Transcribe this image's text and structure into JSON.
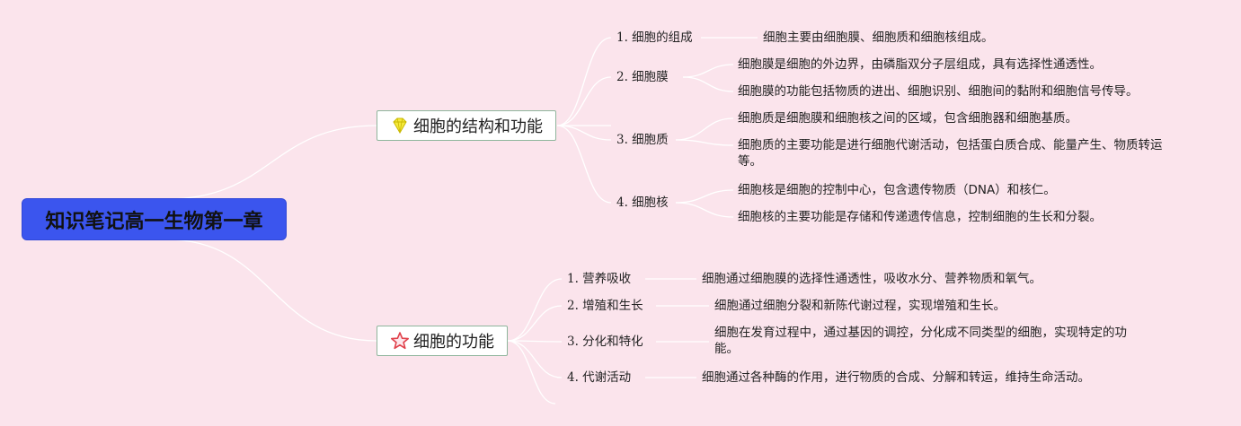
{
  "root": {
    "label": "知识笔记高一生物第一章"
  },
  "branches": [
    {
      "label": "细胞的结构和功能",
      "icon": "gem-icon",
      "children": [
        {
          "label": "1. 细胞的组成",
          "details": [
            "细胞主要由细胞膜、细胞质和细胞核组成。"
          ]
        },
        {
          "label": "2. 细胞膜",
          "details": [
            "细胞膜是细胞的外边界，由磷脂双分子层组成，具有选择性通透性。",
            "细胞膜的功能包括物质的进出、细胞识别、细胞间的黏附和细胞信号传导。"
          ]
        },
        {
          "label": "3. 细胞质",
          "details": [
            "细胞质是细胞膜和细胞核之间的区域，包含细胞器和细胞基质。",
            "细胞质的主要功能是进行细胞代谢活动，包括蛋白质合成、能量产生、物质转运等。"
          ]
        },
        {
          "label": "4. 细胞核",
          "details": [
            "细胞核是细胞的控制中心，包含遗传物质（DNA）和核仁。",
            "细胞核的主要功能是存储和传递遗传信息，控制细胞的生长和分裂。"
          ]
        }
      ]
    },
    {
      "label": "细胞的功能",
      "icon": "star-icon",
      "children": [
        {
          "label": "1. 营养吸收",
          "details": [
            "细胞通过细胞膜的选择性通透性，吸收水分、营养物质和氧气。"
          ]
        },
        {
          "label": "2. 增殖和生长",
          "details": [
            "细胞通过细胞分裂和新陈代谢过程，实现增殖和生长。"
          ]
        },
        {
          "label": "3. 分化和特化",
          "details": [
            "细胞在发育过程中，通过基因的调控，分化成不同类型的细胞，实现特定的功能。"
          ]
        },
        {
          "label": "4. 代谢活动",
          "details": [
            "细胞通过各种酶的作用，进行物质的合成、分解和转运，维持生命活动。"
          ]
        }
      ]
    }
  ],
  "colors": {
    "background": "#fbe4ec",
    "root": "#3b55ee",
    "line": "#ffffff",
    "border": "#8fb59c"
  }
}
